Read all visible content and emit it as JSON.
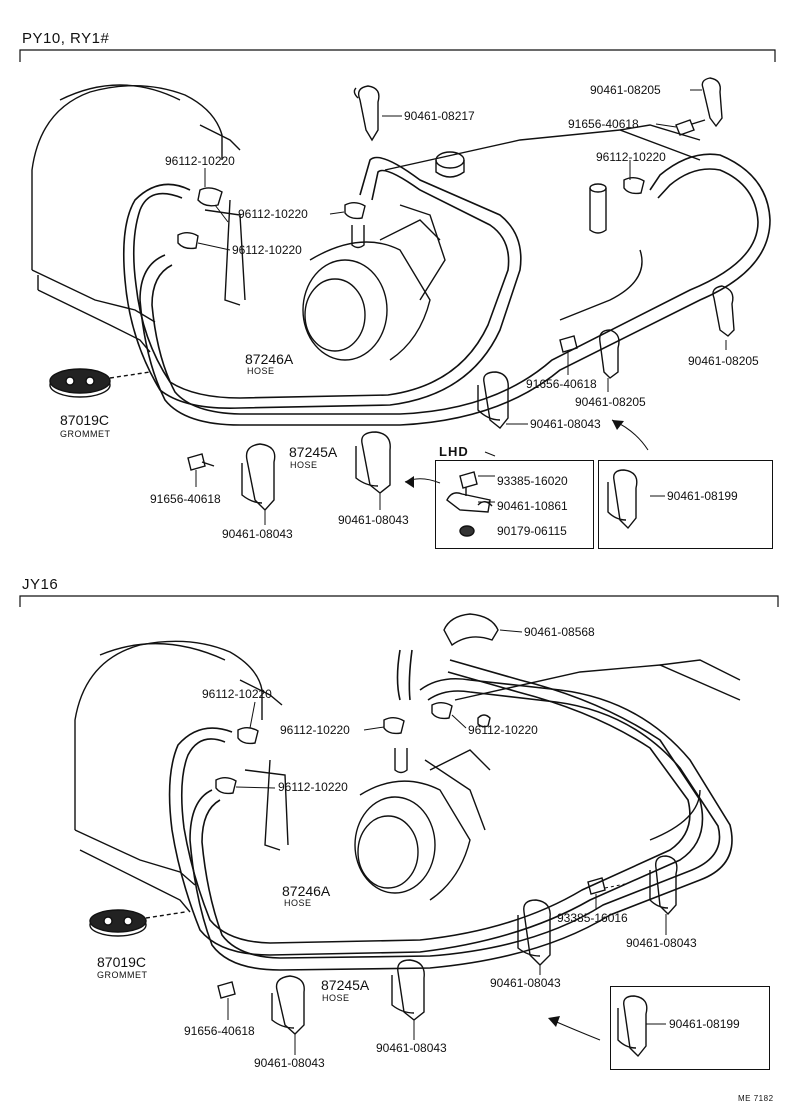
{
  "sections": {
    "top_title": "PY10, RY1#",
    "bottom_title": "JY16"
  },
  "top": {
    "parts": {
      "p_08205_a": "90461-08205",
      "p_40618_a": "91656-40618",
      "p_08217": "90461-08217",
      "p_10220_a": "96112-10220",
      "p_10220_b": "96112-10220",
      "p_10220_c": "96112-10220",
      "p_10220_d": "96112-10220",
      "p_08205_b": "90461-08205",
      "p_87246a": "87246A",
      "p_87246a_sub": "HOSE",
      "p_87019c": "87019C",
      "p_87019c_sub": "GROMMET",
      "p_40618_b": "91656-40618",
      "p_08205_c": "90461-08205",
      "p_08043_a": "90461-08043",
      "p_87245a": "87245A",
      "p_87245a_sub": "HOSE",
      "p_40618_c": "91656-40618",
      "p_08043_b": "90461-08043",
      "p_08043_c": "90461-08043",
      "lhd": "LHD",
      "p_16020": "93385-16020",
      "p_10861": "90461-10861",
      "p_06115": "90179-06115",
      "p_08199": "90461-08199"
    }
  },
  "bottom": {
    "parts": {
      "p_08568": "90461-08568",
      "p_10220_a": "96112-10220",
      "p_10220_b": "96112-10220",
      "p_10220_c": "96112-10220",
      "p_10220_d": "96112-10220",
      "p_87246a": "87246A",
      "p_87246a_sub": "HOSE",
      "p_87019c": "87019C",
      "p_87019c_sub": "GROMMET",
      "p_16016": "93385-16016",
      "p_08043_a": "90461-08043",
      "p_08043_b": "90461-08043",
      "p_87245a": "87245A",
      "p_87245a_sub": "HOSE",
      "p_40618": "91656-40618",
      "p_08043_c": "90461-08043",
      "p_08043_d": "90461-08043",
      "p_08199": "90461-08199"
    }
  },
  "footer_code": "ME 7182"
}
